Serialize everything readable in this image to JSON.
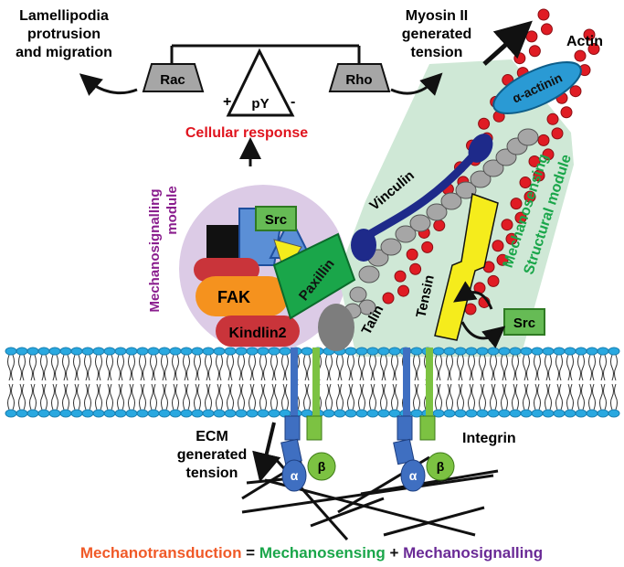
{
  "top": {
    "left_outcome": [
      "Lamellipodia",
      "protrusion",
      "and migration"
    ],
    "right_outcome": [
      "Myosin II",
      "generated",
      "tension"
    ],
    "rac": "Rac",
    "rho": "Rho",
    "py": "pY",
    "plus": "+",
    "minus": "-",
    "cellular_response": "Cellular response",
    "actin": "Actin",
    "alpha_actinin": "α-actinin"
  },
  "modules": {
    "signalling": [
      "Mechanosignalling",
      "module"
    ],
    "sensing": [
      "Mechanosensing",
      "Structural module"
    ]
  },
  "proteins": {
    "src_left": "Src",
    "src_right": "Src",
    "fak": "FAK",
    "paxillin": "Paxillin",
    "kindlin2": "Kindlin2",
    "vinculin": "Vinculin",
    "talin": "Talin",
    "tensin": "Tensin",
    "integrin": "Integrin",
    "alpha": "α",
    "beta": "β"
  },
  "ecm": [
    "ECM",
    "generated",
    "tension"
  ],
  "equation": {
    "transduction": "Mechanotransduction",
    "equals": " = ",
    "sensing": "Mechanosensing",
    "plus": " + ",
    "signalling": "Mechanosignalling"
  },
  "colors": {
    "red_text": "#e0141e",
    "orange": "#f05a28",
    "green": "#1aa64a",
    "purple": "#8a1e8e",
    "lilac_bg": "#dccbe6",
    "mint_bg": "#cfe8d6",
    "membrane_head": "#29a8e0",
    "integrin_blue": "#3f6fc1",
    "integrin_green": "#7cc242"
  }
}
